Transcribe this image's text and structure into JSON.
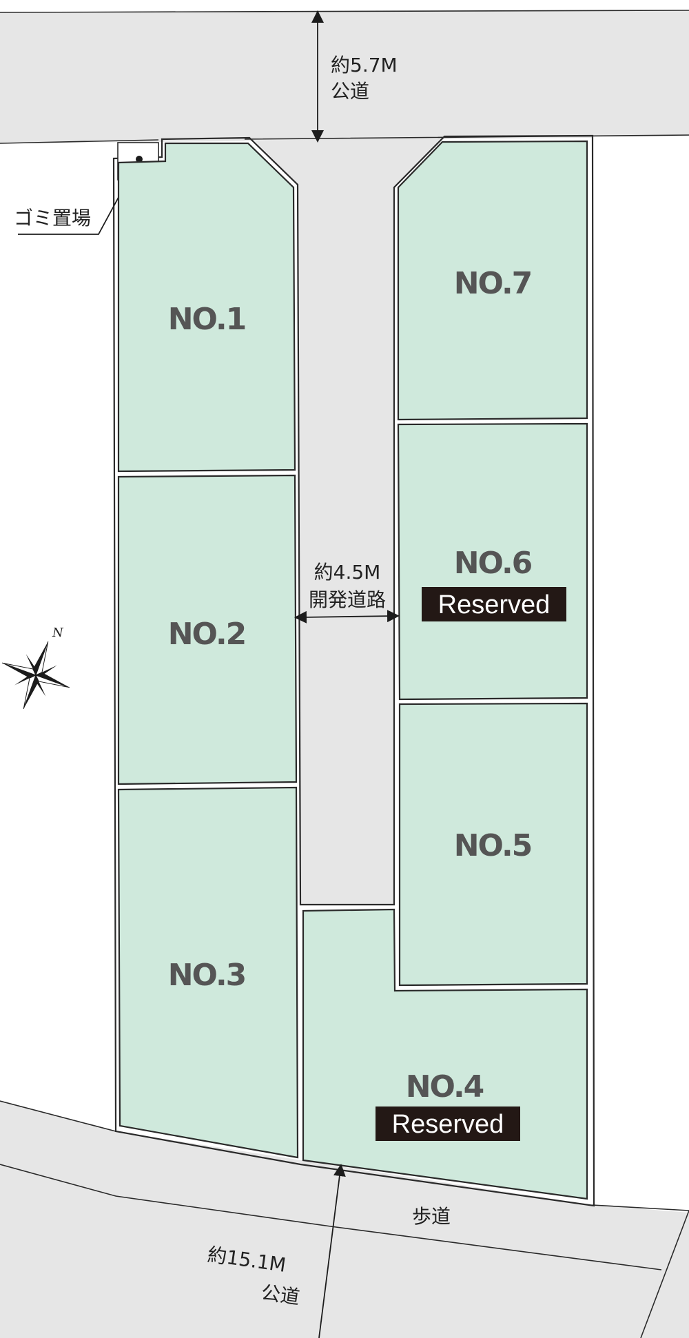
{
  "lots": [
    {
      "number": "NO.1",
      "status": ""
    },
    {
      "number": "NO.2",
      "status": ""
    },
    {
      "number": "NO.3",
      "status": ""
    },
    {
      "number": "NO.4",
      "status": "Reserved"
    },
    {
      "number": "NO.5",
      "status": ""
    },
    {
      "number": "NO.6",
      "status": "Reserved"
    },
    {
      "number": "NO.7",
      "status": ""
    }
  ],
  "roads": {
    "north": {
      "width": "約5.7M",
      "type": "公道"
    },
    "dev": {
      "width": "約4.5M",
      "type": "開発道路"
    },
    "south": {
      "width": "約15.1M",
      "type": "公道"
    },
    "sidewalk": "歩道"
  },
  "garbage_area": "ゴミ置場",
  "compass": {
    "north_label": "N"
  },
  "colors": {
    "lot_fill": "#cfe9dc",
    "road_fill": "#e6e6e6",
    "badge_bg": "#231815"
  }
}
